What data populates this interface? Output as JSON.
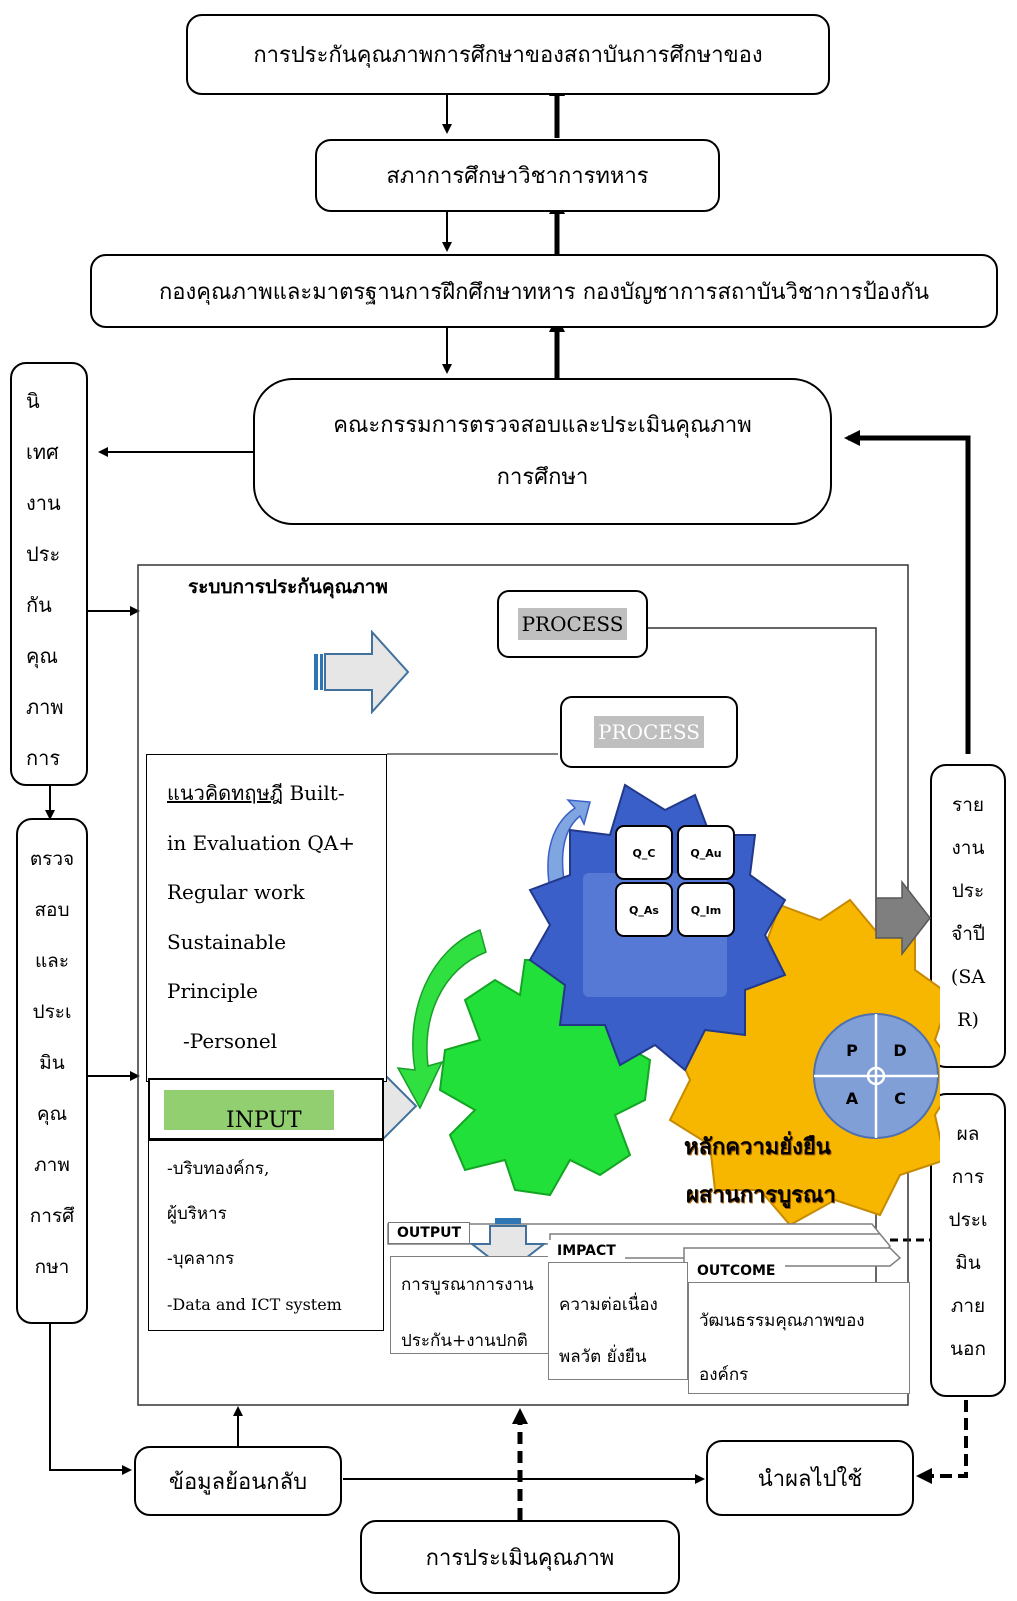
{
  "hierarchy": {
    "top": "การประกันคุณภาพการศึกษาของสถาบันการศึกษาของ",
    "council": "สภาการศึกษาวิชาการทหาร",
    "division": "กองคุณภาพและมาตรฐานการฝึกศึกษาทหาร กองบัญชาการสถาบันวิชาการป้องกัน",
    "committee_line1": "คณะกรรมการตรวจสอบและประเมินคุณภาพ",
    "committee_line2": "การศึกษา"
  },
  "left_column": {
    "supervision": [
      "นิ",
      "เทศ",
      "งาน",
      "ประ",
      "กัน",
      "คุณ",
      "ภาพ",
      "การ"
    ],
    "audit": [
      "ตรวจ",
      "สอบ",
      "และ",
      "ประเ",
      "มิน",
      "คุณ",
      "ภาพ",
      "การศึ",
      "กษา"
    ]
  },
  "right_column": {
    "annual_report": [
      "ราย",
      "งาน",
      "ประ",
      "จำปี",
      "(SA",
      "R)"
    ],
    "external_result": [
      "ผล",
      "การ",
      "ประเ",
      "มิน",
      "ภาย",
      "นอก"
    ]
  },
  "system": {
    "title": "ระบบการประกันคุณภาพ",
    "process_1": "PROCESS",
    "process_2": "PROCESS",
    "concept_underlined": "แนวคิดทฤษฎี",
    "concept_lines": [
      "Built-",
      "in Evaluation QA+",
      "Regular work",
      "Sustainable",
      "Principle",
      "-Personel"
    ],
    "input_label": "INPUT",
    "input_lines": [
      "-บริบทองค์กร,",
      "ผู้บริหาร",
      "-บุคลากร",
      "-Data and ICT system"
    ],
    "cogs": [
      "Q_C",
      "Q_Au",
      "Q_As",
      "Q_Im"
    ],
    "pdca": [
      "P",
      "D",
      "A",
      "C"
    ],
    "sustainability_line1": "หลักความยั่งยืน",
    "sustainability_line2": "ผสานการบูรณา",
    "output_header": "OUTPUT",
    "output_lines": [
      "การบูรณาการงาน",
      "ประกัน+งานปกติ"
    ],
    "impact_header": "IMPACT",
    "impact_lines": [
      "ความต่อเนื่อง",
      "พลวัต ยั่งยืน"
    ],
    "outcome_header": "OUTCOME",
    "outcome_lines": [
      "วัฒนธรรมคุณภาพของ",
      "องค์กร"
    ]
  },
  "bottom": {
    "feedback": "ข้อมูลย้อนกลับ",
    "use_results": "นำผลไปใช้",
    "assessment": "การประเมินคุณภาพ"
  },
  "colors": {
    "blue_cog": "#3b5fc8",
    "green_cog": "#22e03a",
    "yellow_cog": "#f7b700",
    "pdca": "#7f9fd6",
    "input_bar": "#92cf70",
    "process_bg": "#bfbfbf"
  }
}
